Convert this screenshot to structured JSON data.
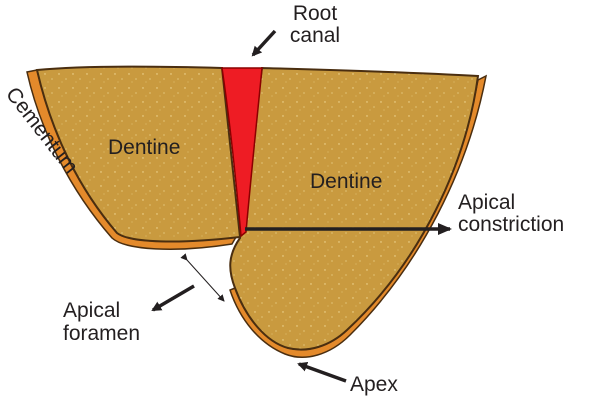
{
  "labels": {
    "root_canal_line1": "Root",
    "root_canal_line2": "canal",
    "cementum": "Cementum",
    "dentine_left": "Dentine",
    "dentine_right": "Dentine",
    "apical_constriction_line1": "Apical",
    "apical_constriction_line2": "constriction",
    "apical_foramen_line1": "Apical",
    "apical_foramen_line2": "foramen",
    "apex": "Apex"
  },
  "colors": {
    "dentine": "#c99a3f",
    "cementum": "#e48a2b",
    "outline": "#4a2e10",
    "root_canal": "#ee1c24",
    "text": "#231f20",
    "arrow": "#231f20"
  }
}
